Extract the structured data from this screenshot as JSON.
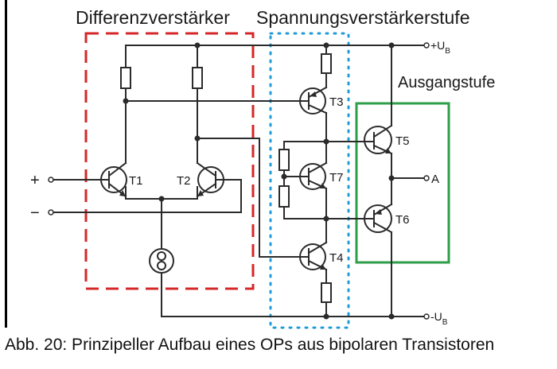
{
  "headings": {
    "diff_amp": "Differenzverstärker",
    "volt_stage": "Spannungsverstärkerstufe",
    "output_stage": "Ausgangstufe"
  },
  "terminals": {
    "plus_input": "+",
    "minus_input": "−",
    "supply_pos_main": "+U",
    "supply_pos_sub": "B",
    "supply_neg_main": "-U",
    "supply_neg_sub": "B",
    "output": "A"
  },
  "transistors": {
    "t1": "T1",
    "t2": "T2",
    "t3": "T3",
    "t4": "T4",
    "t5": "T5",
    "t6": "T6",
    "t7": "T7"
  },
  "caption": "Abb. 20: Prinzipeller Aufbau eines OPs aus bipolaren Transistoren",
  "colors": {
    "diff_amp_box": "#d62728",
    "volt_stage_box": "#1f9bd7",
    "output_stage_box": "#2e9e4a",
    "wire": "#2b2b2b",
    "left_bar": "#000000"
  }
}
